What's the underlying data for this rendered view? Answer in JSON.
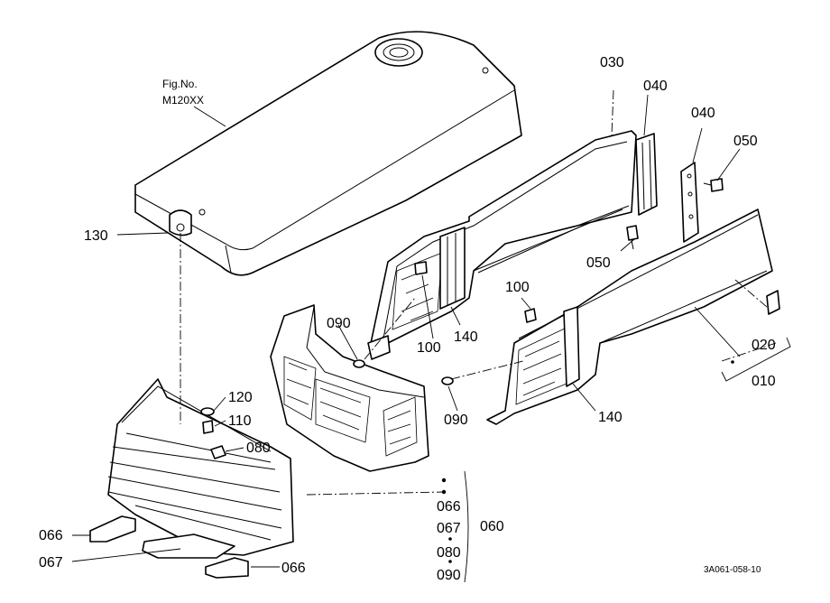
{
  "figure": {
    "fig_no_label": "Fig.No.",
    "fig_no_value": "M120XX",
    "drawing_code": "3A061-058-10"
  },
  "callouts": [
    {
      "id": "c030",
      "text": "030"
    },
    {
      "id": "c040a",
      "text": "040"
    },
    {
      "id": "c040b",
      "text": "040"
    },
    {
      "id": "c050a",
      "text": "050"
    },
    {
      "id": "c050b",
      "text": "050"
    },
    {
      "id": "c130",
      "text": "130"
    },
    {
      "id": "c100a",
      "text": "100"
    },
    {
      "id": "c100b",
      "text": "100"
    },
    {
      "id": "c140a",
      "text": "140"
    },
    {
      "id": "c140b",
      "text": "140"
    },
    {
      "id": "c090a",
      "text": "090"
    },
    {
      "id": "c090b",
      "text": "090"
    },
    {
      "id": "c020",
      "text": "020"
    },
    {
      "id": "c010",
      "text": "010"
    },
    {
      "id": "c120",
      "text": "120"
    },
    {
      "id": "c110",
      "text": "110"
    },
    {
      "id": "c080",
      "text": "080"
    },
    {
      "id": "c066a",
      "text": "066"
    },
    {
      "id": "c066b",
      "text": "066"
    },
    {
      "id": "c067",
      "text": "067"
    }
  ],
  "set_group": {
    "label": "060",
    "members": [
      "066",
      "067",
      "080",
      "090"
    ]
  }
}
